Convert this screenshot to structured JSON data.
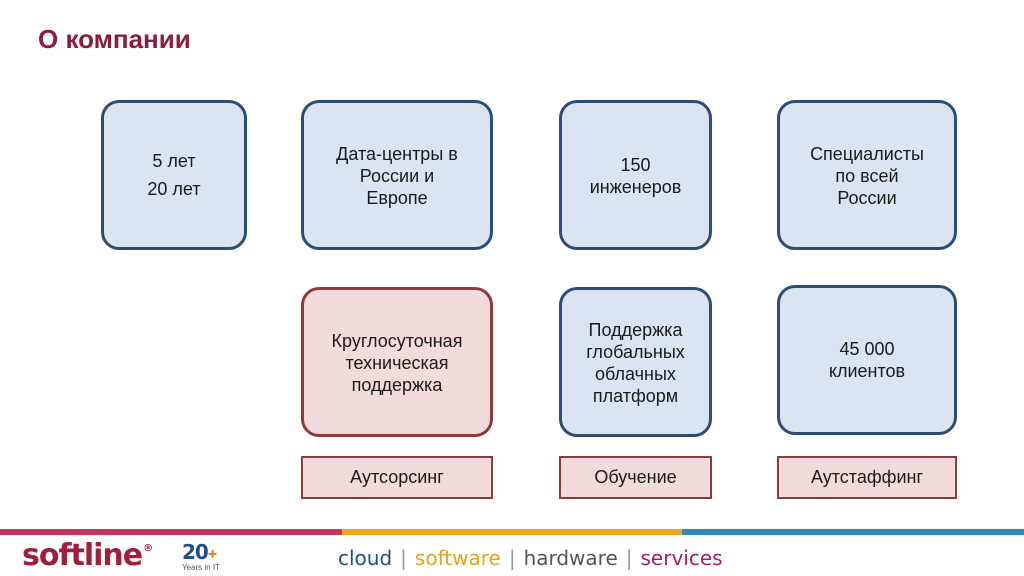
{
  "title": "О компании",
  "cards": [
    {
      "line1": "5 лет",
      "line2": "20 лет"
    },
    {
      "text": "Дата-центры в\nРоссии и\nЕвропе"
    },
    {
      "text": "150\nинженеров"
    },
    {
      "text": "Специалисты\nпо всей\nРоссии"
    },
    {
      "text": "Круглосуточная\nтехническая\nподдержка"
    },
    {
      "text": "Поддержка\nглобальных\nоблачных\nплатформ"
    },
    {
      "text": "45 000\nклиентов"
    }
  ],
  "labels": [
    "Аутсорсинг",
    "Обучение",
    "Аутстаффинг"
  ],
  "footer": {
    "logo_text": "softline",
    "logo_reg": "®",
    "years_num": "20",
    "years_plus": "+",
    "years_sub": "Years in IT",
    "tagline": {
      "w1": "cloud",
      "w2": "software",
      "w3": "hardware",
      "w4": "services",
      "sep": "|"
    }
  },
  "colors": {
    "title": "#8b1c3c",
    "card_border_blue": "#2e4d74",
    "card_fill_blue": "#dbe5f1",
    "card_border_red": "#8e3b3b",
    "card_fill_red": "#f2dcdb",
    "stripe_left": "#c8325f",
    "stripe_mid": "#f0a91c",
    "stripe_right": "#2e88c0"
  }
}
